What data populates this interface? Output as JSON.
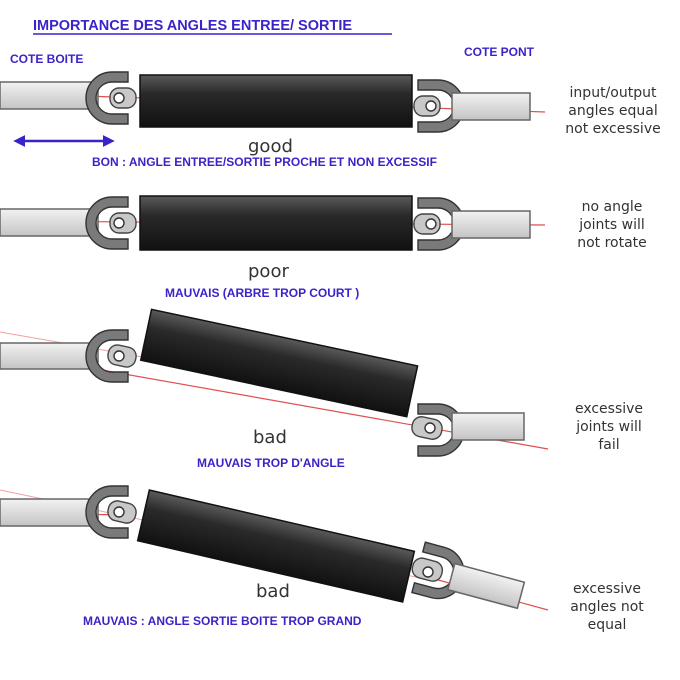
{
  "title": "IMPORTANCE DES ANGLES ENTREE/ SORTIE",
  "labels": {
    "cote_boite": "COTE BOITE",
    "cote_pont": "COTE PONT"
  },
  "rows": [
    {
      "verdict": "good",
      "caption": "BON : ANGLE ENTREE/SORTIE PROCHE ET NON EXCESSIF",
      "note": [
        "input/output",
        "angles equal",
        "not excessive"
      ]
    },
    {
      "verdict": "poor",
      "caption": "MAUVAIS (ARBRE TROP COURT )",
      "note": [
        "no angle",
        "joints will",
        "not rotate"
      ]
    },
    {
      "verdict": "bad",
      "caption": "MAUVAIS TROP D'ANGLE",
      "note": [
        "excessive",
        "joints will",
        "fail"
      ]
    },
    {
      "verdict": "bad",
      "caption": "MAUVAIS : ANGLE SORTIE BOITE TROP GRAND",
      "note": [
        "excessive",
        "angles not",
        "equal"
      ]
    }
  ],
  "colors": {
    "annotation": "#3a24c8",
    "shaft": "#1e1e1e",
    "stub": "#dcdcdc",
    "yoke": "#707070",
    "axis_line": "#e05050"
  }
}
